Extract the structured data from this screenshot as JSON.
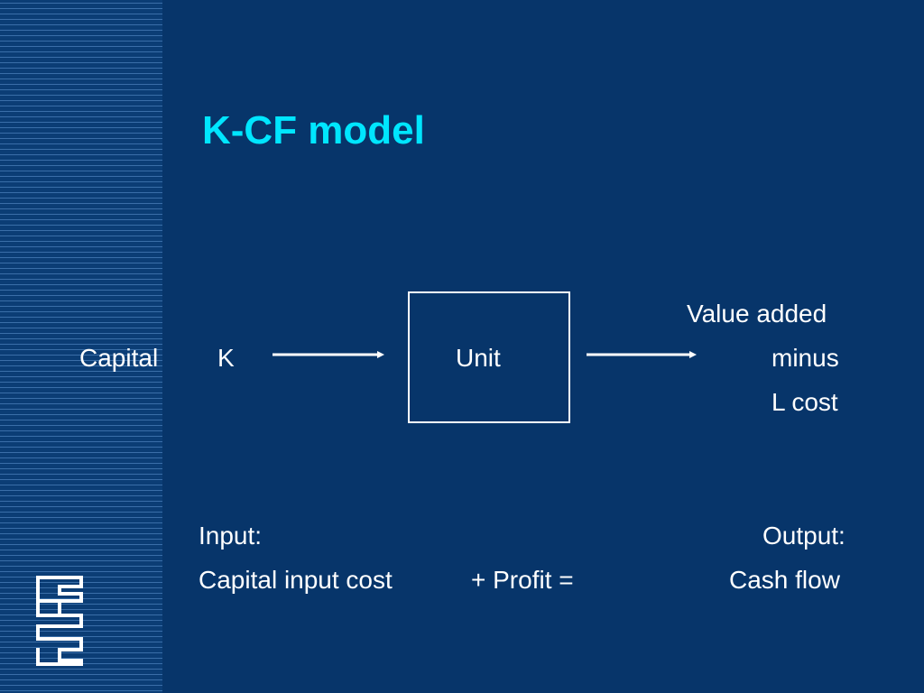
{
  "slide": {
    "title": "K-CF model",
    "colors": {
      "background": "#07356a",
      "title": "#00e6ff",
      "text": "#ffffff",
      "stripe_light": "#3a6ea8",
      "stripe_dark": "#0b3d75"
    }
  },
  "diagram": {
    "left_label": "Capital",
    "left_symbol": "K",
    "unit_label": "Unit",
    "right_labels": [
      "Value added",
      "minus",
      "L cost"
    ]
  },
  "equation": {
    "input_heading": "Input:",
    "input_term": "Capital input cost",
    "operator": "+ Profit =",
    "output_heading": "Output:",
    "output_term": "Cash flow"
  },
  "logo": {
    "icon": "cbs-logo-icon"
  }
}
